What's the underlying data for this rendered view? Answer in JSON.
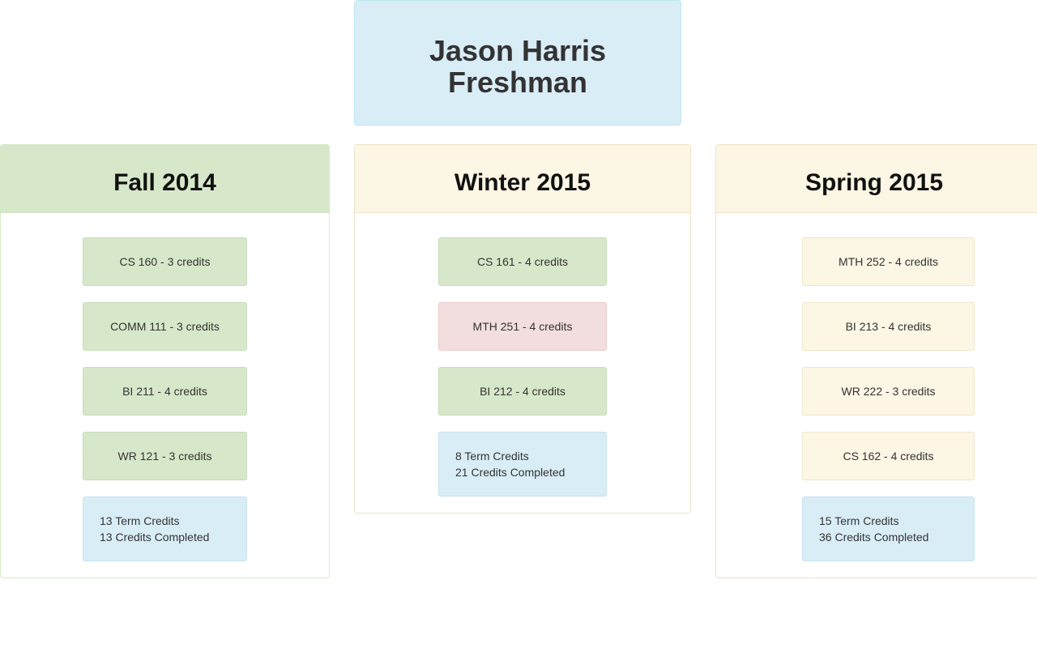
{
  "student": {
    "name": "Jason Harris",
    "standing": "Freshman"
  },
  "terms": [
    {
      "title": "Fall 2014",
      "courses": [
        {
          "label": "CS 160 - 3 credits",
          "status": "completed"
        },
        {
          "label": "COMM 111 - 3 credits",
          "status": "completed"
        },
        {
          "label": "BI 211 - 4 credits",
          "status": "completed"
        },
        {
          "label": "WR 121 - 3 credits",
          "status": "completed"
        }
      ],
      "summary": {
        "term_credits": "13 Term Credits",
        "credits_completed": "13 Credits Completed"
      }
    },
    {
      "title": "Winter 2015",
      "courses": [
        {
          "label": "CS 161 - 4 credits",
          "status": "completed"
        },
        {
          "label": "MTH 251 - 4 credits",
          "status": "failed"
        },
        {
          "label": "BI 212 - 4 credits",
          "status": "completed"
        }
      ],
      "summary": {
        "term_credits": "8 Term Credits",
        "credits_completed": "21 Credits Completed"
      }
    },
    {
      "title": "Spring 2015",
      "courses": [
        {
          "label": "MTH 252 - 4 credits",
          "status": "planned"
        },
        {
          "label": "BI 213 - 4 credits",
          "status": "planned"
        },
        {
          "label": "WR 222 - 3 credits",
          "status": "planned"
        },
        {
          "label": "CS 162 - 4 credits",
          "status": "planned"
        }
      ],
      "summary": {
        "term_credits": "15 Term Credits",
        "credits_completed": "36 Credits Completed"
      }
    }
  ],
  "colors": {
    "completed": "#d6e8c9",
    "failed": "#f2dede",
    "planned": "#fcf6e4",
    "summary": "#d9edf7"
  }
}
